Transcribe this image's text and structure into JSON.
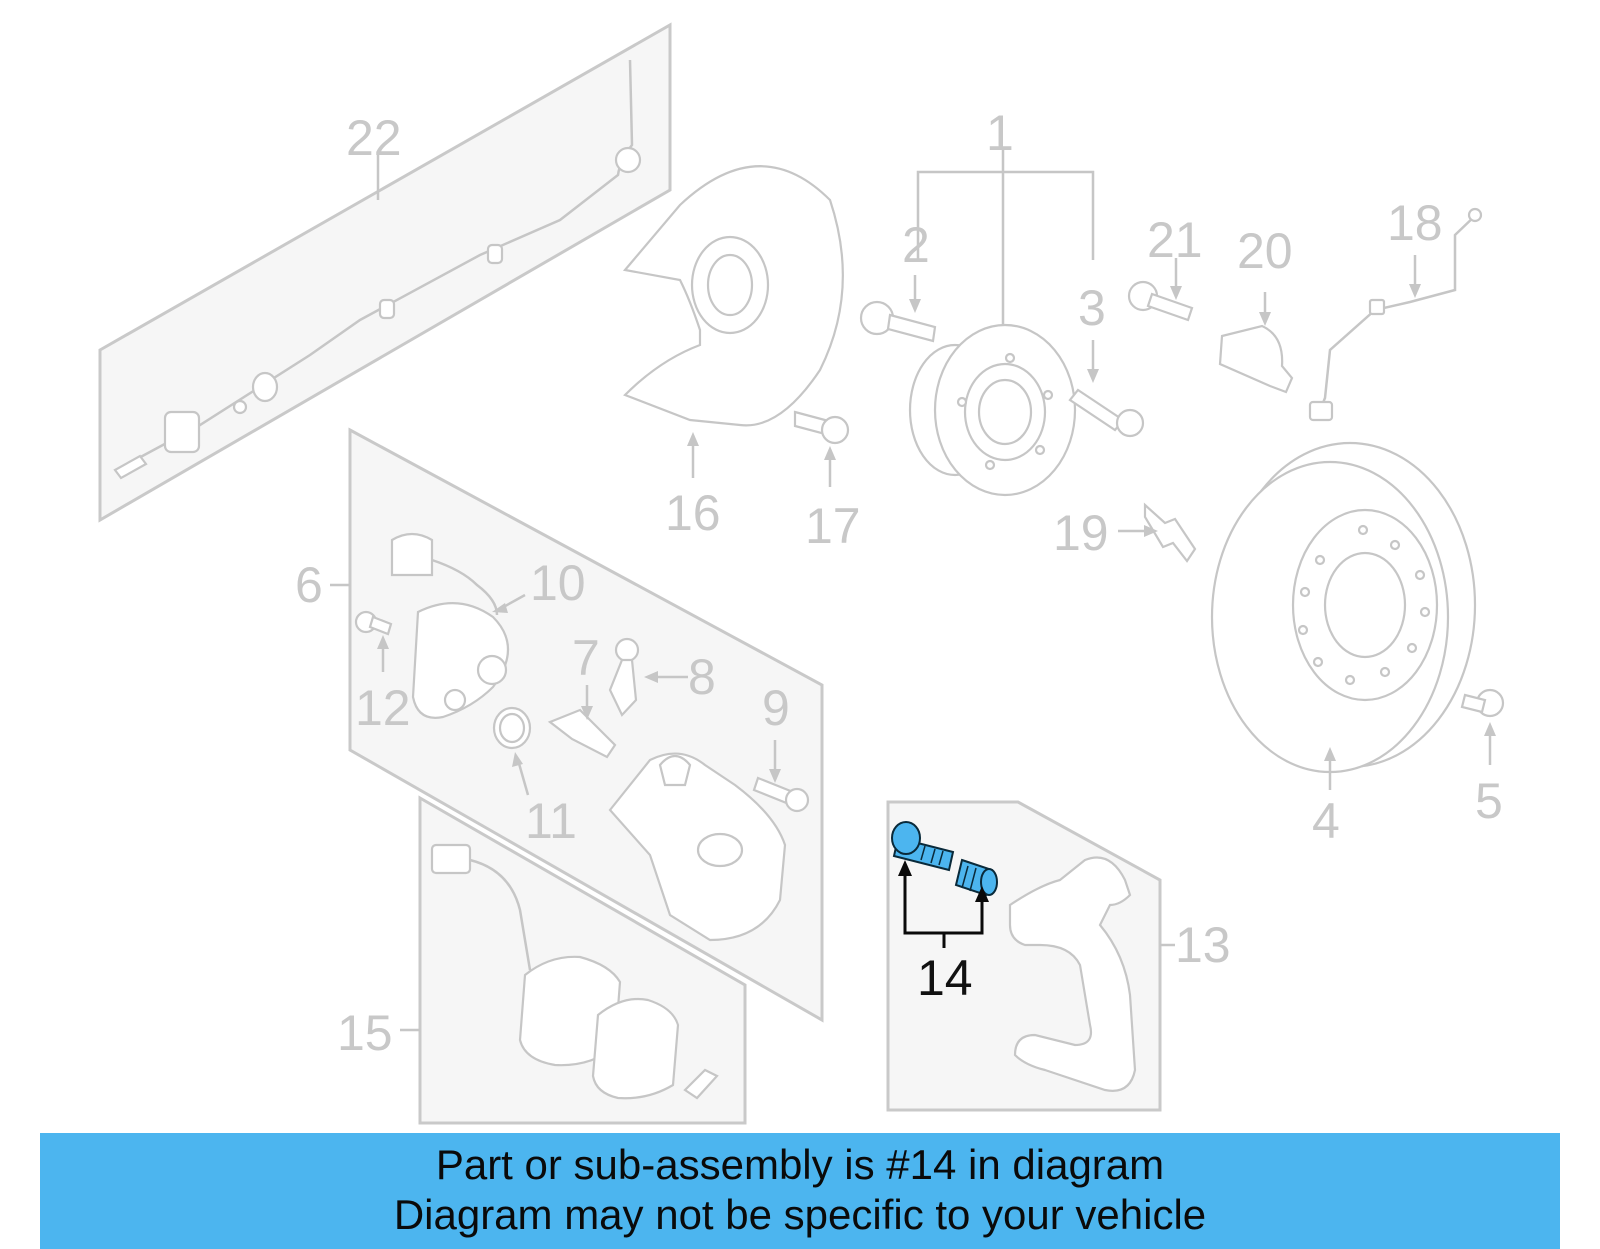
{
  "highlight_color": "#4cb5ef",
  "banner": {
    "line1": "Part or sub-assembly is #14 in diagram",
    "line2": "Diagram may not be specific to your vehicle"
  },
  "callouts": {
    "c1": "1",
    "c2": "2",
    "c3": "3",
    "c4": "4",
    "c5": "5",
    "c6": "6",
    "c7": "7",
    "c8": "8",
    "c9": "9",
    "c10": "10",
    "c11": "11",
    "c12": "12",
    "c13": "13",
    "c14": "14",
    "c15": "15",
    "c16": "16",
    "c17": "17",
    "c18": "18",
    "c19": "19",
    "c20": "20",
    "c21": "21",
    "c22": "22"
  },
  "highlighted_callout": "14"
}
